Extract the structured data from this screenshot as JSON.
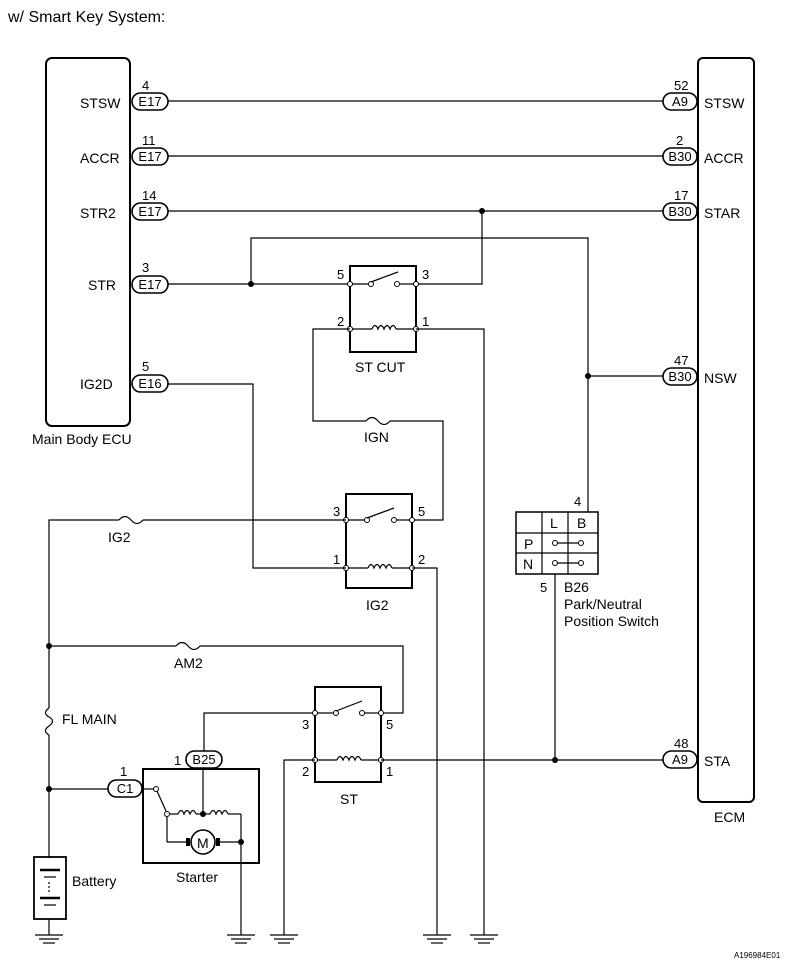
{
  "heading": "w/ Smart Key System:",
  "ecu_left": {
    "name": "Main Body ECU",
    "terminals": [
      {
        "name": "STSW",
        "pin": "4",
        "conn": "E17"
      },
      {
        "name": "ACCR",
        "pin": "11",
        "conn": "E17"
      },
      {
        "name": "STR2",
        "pin": "14",
        "conn": "E17"
      },
      {
        "name": "STR",
        "pin": "3",
        "conn": "E17"
      },
      {
        "name": "IG2D",
        "pin": "5",
        "conn": "E16"
      }
    ]
  },
  "ecu_right": {
    "name": "ECM",
    "terminals": [
      {
        "name": "STSW",
        "pin": "52",
        "conn": "A9"
      },
      {
        "name": "ACCR",
        "pin": "2",
        "conn": "B30"
      },
      {
        "name": "STAR",
        "pin": "17",
        "conn": "B30"
      },
      {
        "name": "NSW",
        "pin": "47",
        "conn": "B30"
      },
      {
        "name": "STA",
        "pin": "48",
        "conn": "A9"
      }
    ]
  },
  "relays": {
    "st_cut": {
      "name": "ST CUT",
      "pins": [
        "5",
        "3",
        "2",
        "1"
      ]
    },
    "ig2": {
      "name": "IG2",
      "pins": [
        "3",
        "5",
        "1",
        "2"
      ]
    },
    "st": {
      "name": "ST",
      "pins": [
        "3",
        "5",
        "2",
        "1"
      ]
    }
  },
  "fuses": {
    "ign": "IGN",
    "ig2": "IG2",
    "am2": "AM2",
    "fl_main": "FL MAIN"
  },
  "pnp_switch": {
    "conn": "B26",
    "name_line1": "Park/Neutral",
    "name_line2": "Position Switch",
    "pin_top": "4",
    "pin_bottom": "5",
    "col_l": "L",
    "col_b": "B",
    "row_p": "P",
    "row_n": "N"
  },
  "starter": {
    "name": "Starter",
    "conn_c1": "C1",
    "pin_c1": "1",
    "conn_b25": "B25",
    "pin_b25": "1",
    "motor": "M"
  },
  "battery": "Battery",
  "figure_code": "A196984E01"
}
